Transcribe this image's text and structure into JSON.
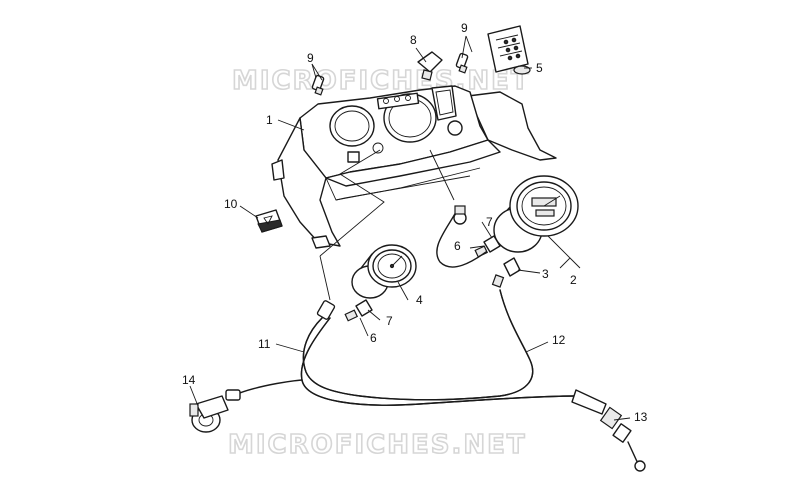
{
  "watermarks": [
    "MICROFICHES.NET",
    "MICROFICHES.NET"
  ],
  "callouts": [
    {
      "id": "c1",
      "label": "1"
    },
    {
      "id": "c2",
      "label": "2"
    },
    {
      "id": "c3",
      "label": "3"
    },
    {
      "id": "c4",
      "label": "4"
    },
    {
      "id": "c5",
      "label": "5"
    },
    {
      "id": "c6a",
      "label": "6"
    },
    {
      "id": "c6b",
      "label": "6"
    },
    {
      "id": "c7a",
      "label": "7"
    },
    {
      "id": "c7b",
      "label": "7"
    },
    {
      "id": "c8",
      "label": "8"
    },
    {
      "id": "c9a",
      "label": "9"
    },
    {
      "id": "c9b",
      "label": "9"
    },
    {
      "id": "c10",
      "label": "10"
    },
    {
      "id": "c11",
      "label": "11"
    },
    {
      "id": "c12",
      "label": "12"
    },
    {
      "id": "c13",
      "label": "13"
    },
    {
      "id": "c14",
      "label": "14"
    }
  ]
}
